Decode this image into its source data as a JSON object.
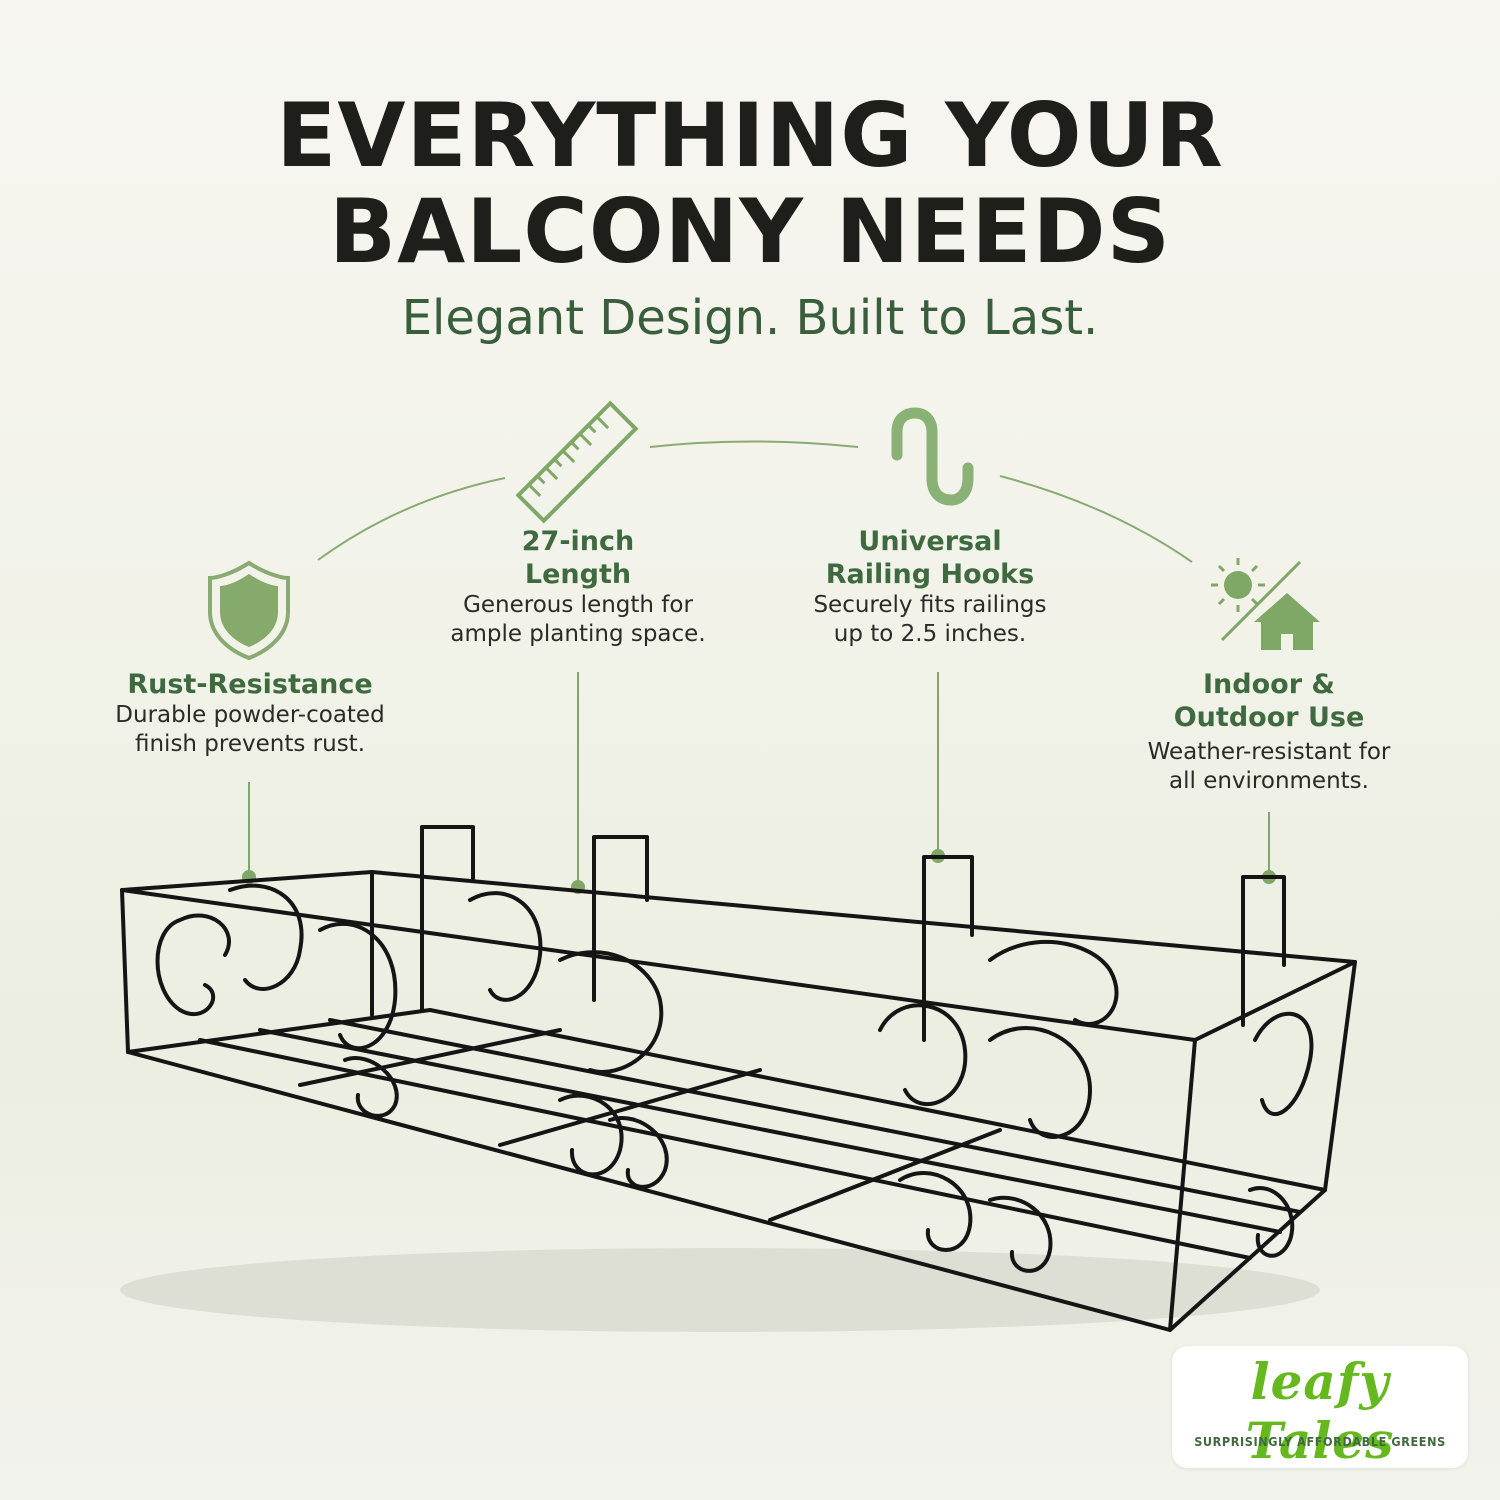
{
  "headline": {
    "line1": "EVERYTHING YOUR",
    "line2": "BALCONY NEEDS",
    "subtitle": "Elegant Design. Built to Last."
  },
  "features": [
    {
      "title": "Rust-Resistance",
      "description": "Durable powder-coated\nfinish prevents rust.",
      "icon": "shield-icon"
    },
    {
      "title": "27-inch\nLength",
      "description": "Generous length for\nample planting space.",
      "icon": "ruler-icon"
    },
    {
      "title": "Universal\nRailing Hooks",
      "description": "Securely fits railings\nup to 2.5 inches.",
      "icon": "s-hook-icon"
    },
    {
      "title": "Indoor &\nOutdoor Use",
      "description": "Weather-resistant for\nall environments.",
      "icon": "sun-house-icon"
    }
  ],
  "logo": {
    "brand": "leafy Tales",
    "tagline": "SURPRISINGLY AFFORDABLE GREENS"
  },
  "colors": {
    "headline": "#1e1f1b",
    "subtitle": "#395e3c",
    "feature_title": "#3f6a40",
    "icon_green": "#7fa866",
    "logo_green": "#66b81f",
    "planter_black": "#151515"
  }
}
